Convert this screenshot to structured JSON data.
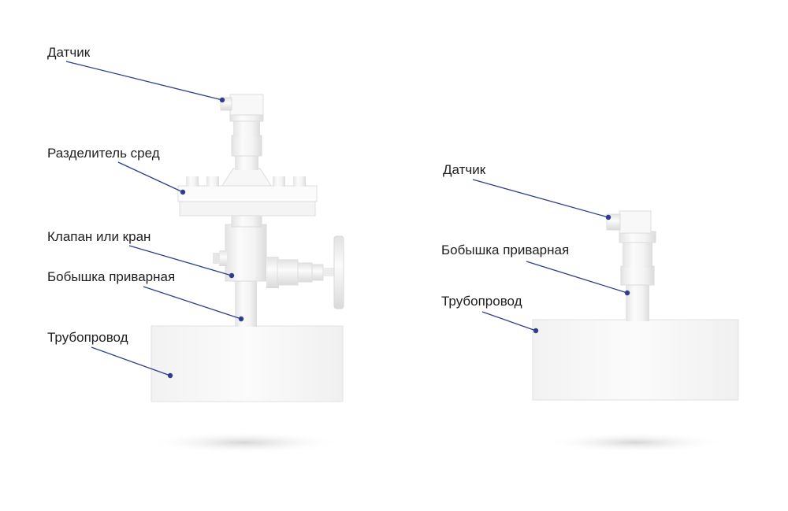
{
  "colors": {
    "leader": "#2d3f8c",
    "dot": "#2d3f8c",
    "body": "#f6f6f6",
    "shade": "#dedede",
    "edge": "#d2d2d2",
    "text": "#1e1e1e"
  },
  "left": {
    "labels": {
      "sensor": "Датчик",
      "separator": "Разделитель сред",
      "valve": "Клапан или кран",
      "boss": "Бобышка приварная",
      "pipe": "Трубопровод"
    }
  },
  "right": {
    "labels": {
      "sensor": "Датчик",
      "boss": "Бобышка приварная",
      "pipe": "Трубопровод"
    }
  }
}
